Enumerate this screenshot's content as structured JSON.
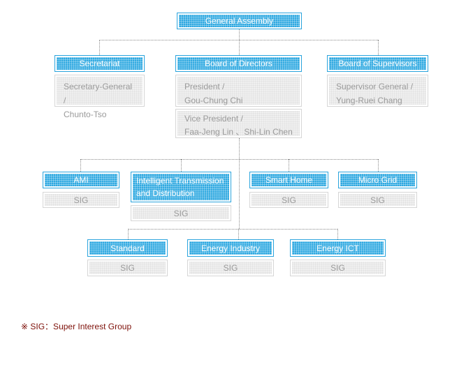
{
  "colors": {
    "blue_border": "#2aa4dd",
    "blue_fill": "#2fa9e1",
    "gray_border": "#d6d6d6",
    "gray_fill": "#f0f0f0",
    "gray_text": "#9a9a9a",
    "connector": "#8a8a8a",
    "footnote_text": "#7d0f08",
    "header_text": "#ffffff"
  },
  "nodes": {
    "general_assembly": {
      "label": "General Assembly"
    },
    "secretariat": {
      "label": "Secretariat",
      "detail_line1": "Secretary-General /",
      "detail_line2": "Chunto-Tso"
    },
    "board_of_directors": {
      "label": "Board of Directors",
      "president_line1": "President /",
      "president_line2": "Gou-Chung Chi",
      "vice_president_line1": "Vice President /",
      "vice_president_line2": "Faa-Jeng Lin 、Shi-Lin Chen"
    },
    "board_of_supervisors": {
      "label": "Board of Supervisors",
      "detail_line1": "Supervisor General /",
      "detail_line2": "Yung-Ruei Chang"
    },
    "ami": {
      "label": "AMI",
      "sig": "SIG"
    },
    "intelligent_transmission": {
      "label": "Intelligent Transmission and Distribution",
      "sig": "SIG"
    },
    "smart_home": {
      "label": "Smart Home",
      "sig": "SIG"
    },
    "micro_grid": {
      "label": "Micro Grid",
      "sig": "SIG"
    },
    "standard": {
      "label": "Standard",
      "sig": "SIG"
    },
    "energy_industry": {
      "label": "Energy Industry",
      "sig": "SIG"
    },
    "energy_ict": {
      "label": "Energy ICT",
      "sig": "SIG"
    }
  },
  "footnote": "※ SIG：Super Interest Group"
}
